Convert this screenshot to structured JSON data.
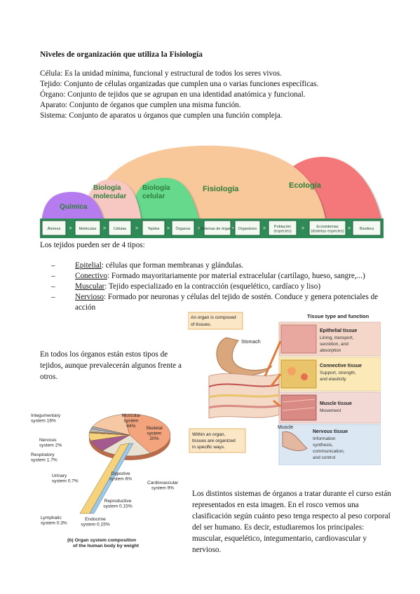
{
  "title": "Niveles de organización que utiliza la Fisiología",
  "definitions": [
    "Célula: Es la unidad mínima, funcional y estructural de todos los seres vivos.",
    "Tejido: Conjunto de células  organizadas que cumplen una o varias funciones específicas.",
    "Órgano: Conjunto de tejidos que se agrupan en una identidad anatómica y funcional.",
    "Aparato: Conjunto de órganos que cumplen una misma función.",
    "Sistema: Conjunto de aparatos u órganos que cumplen una función compleja."
  ],
  "levels_diagram": {
    "arches": [
      "Química",
      "Biología molecular",
      "Biología celular",
      "Fisiología",
      "Ecología"
    ],
    "colors": {
      "quimica": "#b57cf0",
      "molecular": "#f7c8c2",
      "celular": "#66d98c",
      "fisiologia": "#f8c79a",
      "ecologia": "#f4787a",
      "bar": "#2e8b57"
    },
    "boxes": [
      "Átomos",
      "Moléculas",
      "Células",
      "Tejidos",
      "Órganos",
      "Sistemas de órganos",
      "Organismo",
      "Población (especies)",
      "Ecosistemas (distintas especies)",
      "Biosfera"
    ]
  },
  "tissues_intro": "Los tejidos pueden ser de 4 tipos:",
  "tissues": [
    {
      "name": "Epitelial",
      "desc": ": células que forman membranas y glándulas."
    },
    {
      "name": "Conectivo",
      "desc": ": Formado mayoritariamente por material extracelular (cartílago, hueso, sangre,...)"
    },
    {
      "name": "Muscular",
      "desc": ": Tejido especializado en la contracción (esquelético, cardíaco y liso)"
    },
    {
      "name": "Nervioso",
      "desc": ": Formado por neuronas y células del tejido de sostén. Conduce y genera potenciales de acción"
    }
  ],
  "organs_text": "En todos los órganos están estos tipos de tejidos, aunque prevalecerán algunos frente a otros.",
  "tissue_figure": {
    "callout_top": "An organ is composed of tissues.",
    "stomach": "Stomach",
    "callout_bottom": "Within an organ, tissues are organized in specific ways.",
    "muscle_label": "Muscle",
    "panel_title": "Tissue type and function",
    "tissues": [
      {
        "name": "Epithelial tissue",
        "desc": "Lining, transport, secretion, and absorption",
        "color": "#f4d7c8"
      },
      {
        "name": "Connective tissue",
        "desc": "Support, strength, and elasticity",
        "color": "#fbe9b8"
      },
      {
        "name": "Muscle tissue",
        "desc": "Movement",
        "color": "#f2d9d5"
      },
      {
        "name": "Nervous tissue",
        "desc": "Information synthesis, communication, and control",
        "color": "#dbe8f4"
      }
    ]
  },
  "pie": {
    "caption1": "(b) Organ system composition",
    "caption2": "of the human body by weight"
  },
  "chart_data": {
    "type": "pie",
    "series": [
      {
        "values": [
          44,
          20,
          9,
          6,
          0.15,
          0.15,
          0.3,
          0.7,
          1.7,
          2,
          16
        ]
      }
    ],
    "categories": [
      "Muscular system",
      "Skeletal system",
      "Cardiovascular system",
      "Digestive system",
      "Reproductive system",
      "Endocrine system",
      "Lymphatic system",
      "Urinary system",
      "Respiratory system",
      "Nervous system",
      "Integumentary system"
    ],
    "labels": [
      "Muscular\nsystem\n44%",
      "Skeletal\nsystem\n20%",
      "Cardiovascular\nsystem 9%",
      "Digestive\nsystem 6%",
      "Reproductive\nsystem 0.15%",
      "Endocrine\nsystem 0.15%",
      "Lymphatic\nsystem 0.3%",
      "Urinary\nsystem 0.7%",
      "Respiratory\nsystem 1.7%",
      "Nervous\nsystem 2%",
      "Integumentary\nsystem 16%"
    ],
    "colors": [
      "#f3a47d",
      "#e9e2d3",
      "#a35a8f",
      "#f6d27a",
      "#6c8fc7",
      "#9ec9e8",
      "#c9b38a",
      "#f0e08c",
      "#c6c6c6",
      "#9aa9b5",
      "#f6c8a4"
    ]
  },
  "bottom_text": "Los distintos sistemas de órganos a tratar durante el curso están representados en esta imagen. En el rosco vemos una clasificación según cuánto peso tenga respecto al peso corporal del ser humano. Es decir, estudiaremos los principales: muscular, esquelético, integumentario, cardiovascular y nervioso."
}
